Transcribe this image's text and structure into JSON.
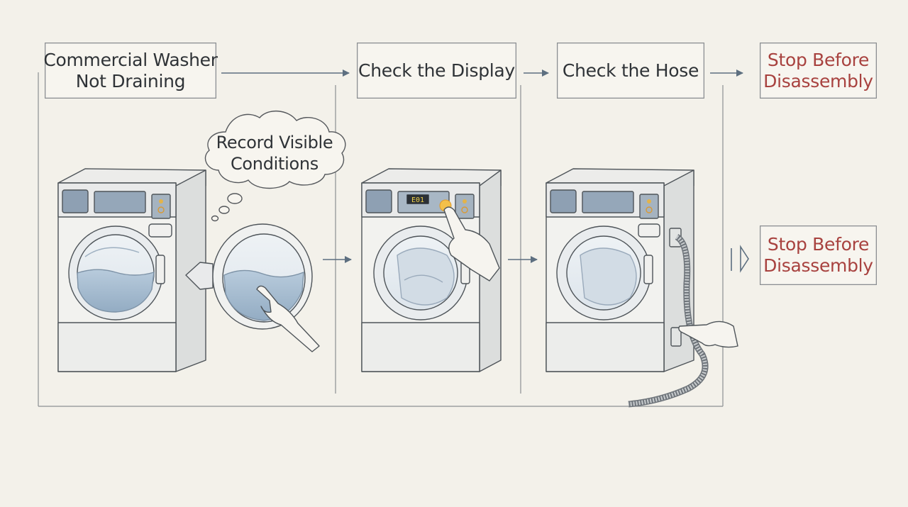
{
  "diagram": {
    "start": {
      "line1": "Commercial Washer",
      "line2": "Not Draining"
    },
    "step1": {
      "label": "Check the Display",
      "display_readout": "E01"
    },
    "step2": {
      "label": "Check the Hose"
    },
    "stop_top": {
      "line1": "Stop Before",
      "line2": "Disassembly"
    },
    "stop_bottom": {
      "line1": "Stop Before",
      "line2": "Disassembly"
    },
    "thought": {
      "line1": "Record Visible",
      "line2": "Conditions"
    }
  },
  "colors": {
    "background": "#f3f1ea",
    "ink": "#2f3337",
    "stop_text": "#a8423f",
    "water": "#a9bfd3",
    "arrow": "#5d6f80"
  }
}
